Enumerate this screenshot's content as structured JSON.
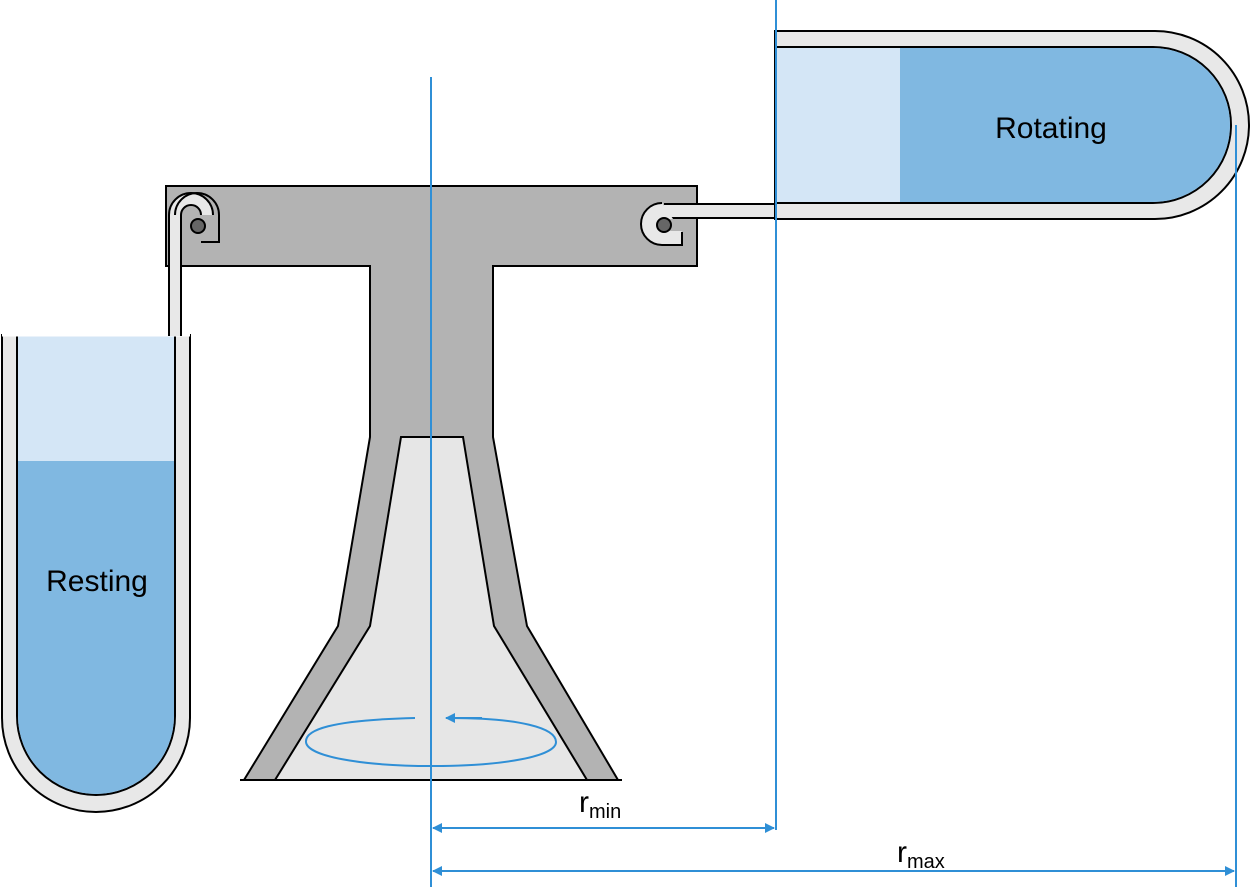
{
  "labels": {
    "resting": "Resting",
    "rotating": "Rotating",
    "r_min_base": "r",
    "r_min_sub": "min",
    "r_max_base": "r",
    "r_max_sub": "max"
  },
  "colors": {
    "gray_dark": "#b3b3b3",
    "gray_light": "#e6e6e6",
    "tube_wall": "#e8e8e8",
    "liquid": "#80b8e1",
    "liquid_light": "#d4e6f6",
    "accent": "#2f8fd6",
    "stroke": "#000000"
  }
}
